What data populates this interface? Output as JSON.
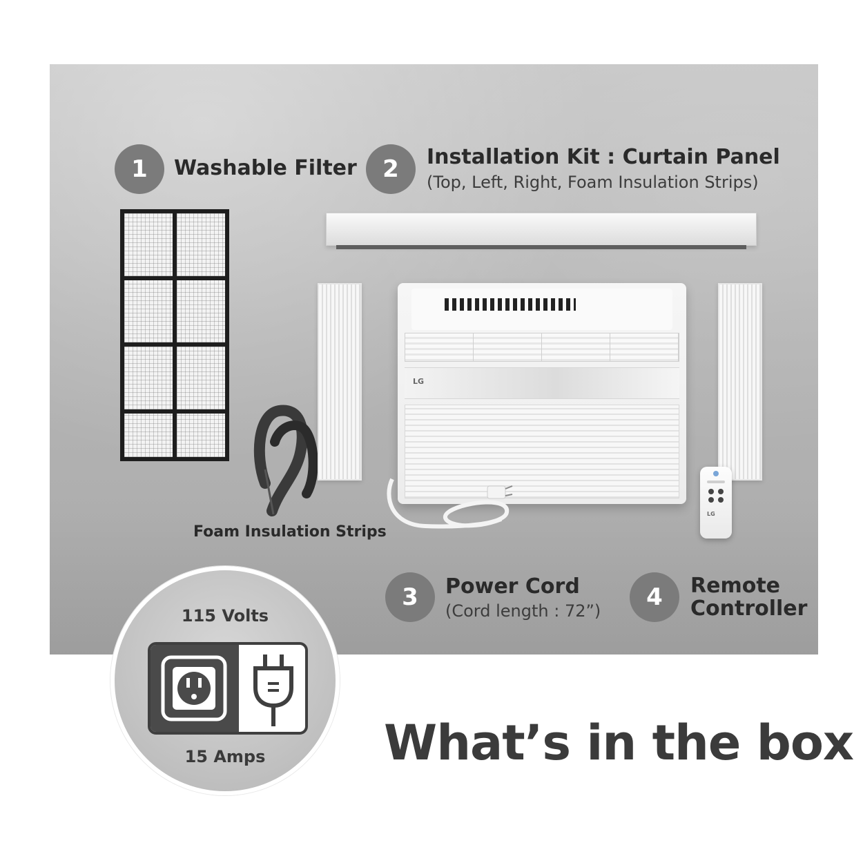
{
  "items": [
    {
      "number": "1",
      "label": "Washable Filter",
      "sub": ""
    },
    {
      "number": "2",
      "label": "Installation Kit : Curtain Panel",
      "sub": "(Top, Left, Right, Foam Insulation Strips)"
    },
    {
      "number": "3",
      "label": "Power Cord",
      "sub": "(Cord length : 72”)"
    },
    {
      "number": "4",
      "label": "Remote Controller",
      "sub": ""
    }
  ],
  "foam_label": "Foam Insulation Strips",
  "ac_brand": "LG",
  "remote_brand": "LG",
  "power": {
    "volts": "115 Volts",
    "amps": "15 Amps"
  },
  "headline": "What’s in the box",
  "colors": {
    "number_circle": "#7b7b7b",
    "panel_bg": "#b9b9b9",
    "text_dark": "#2a2a2a"
  },
  "icons": [
    "wall-outlet-icon",
    "plug-icon"
  ]
}
